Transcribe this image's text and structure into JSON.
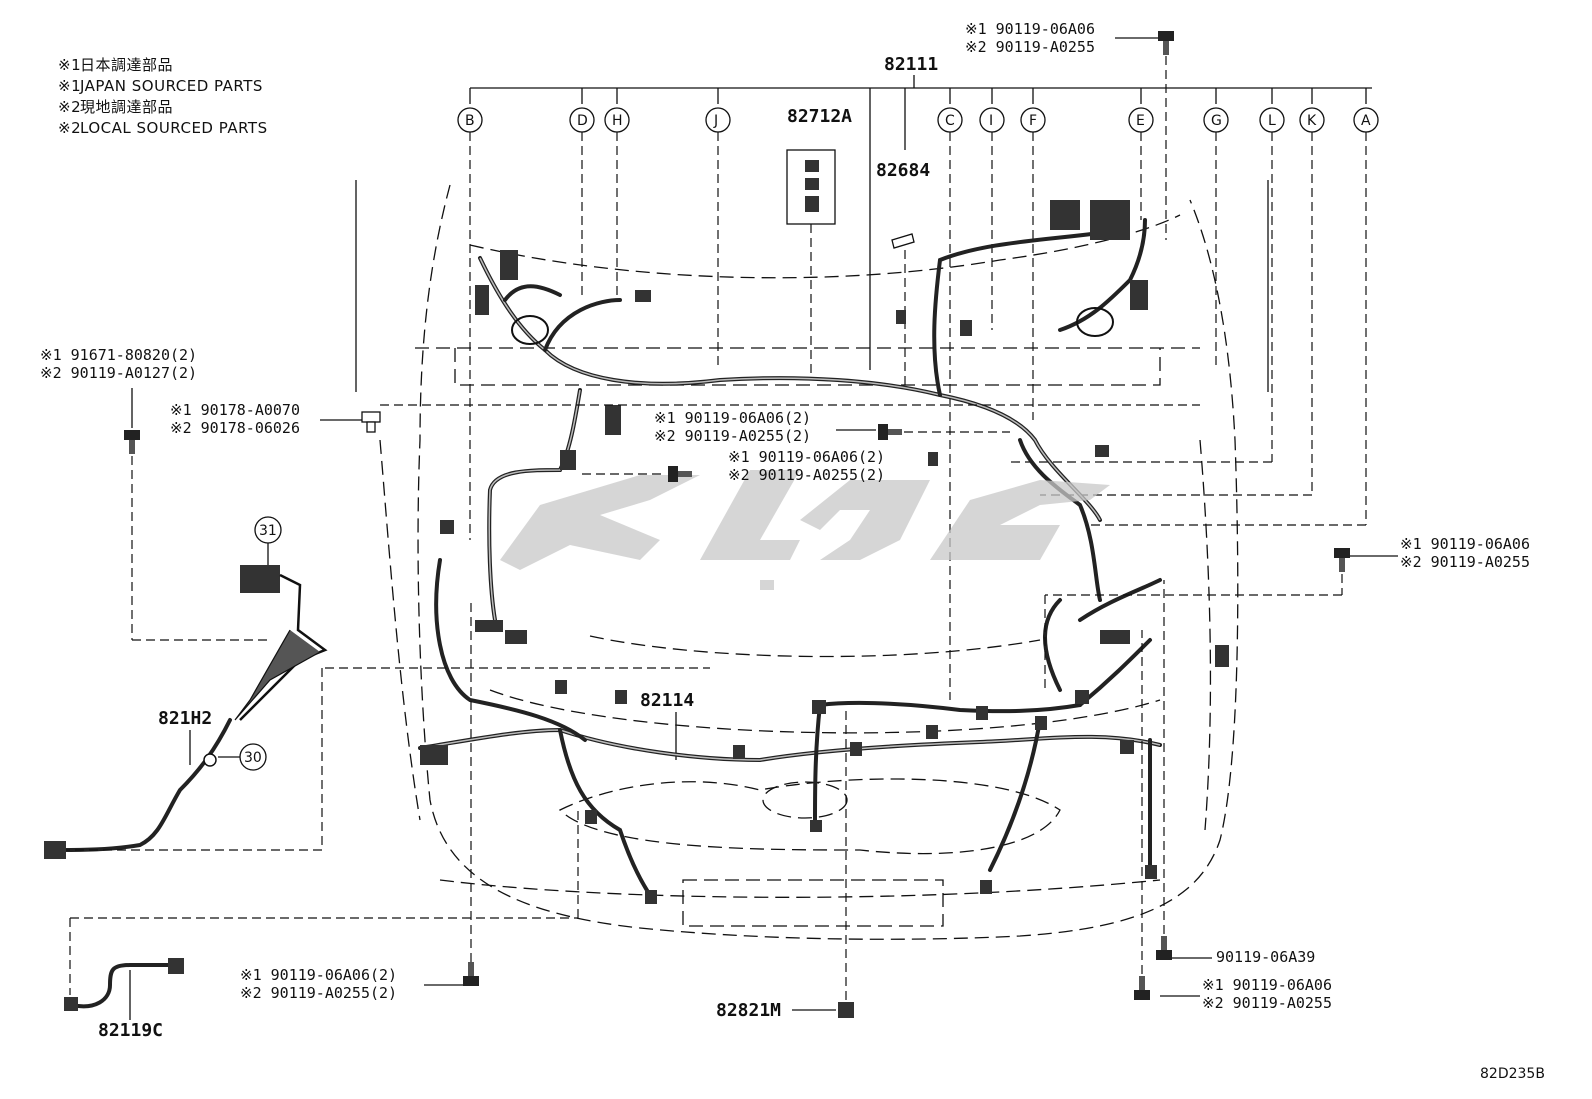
{
  "notes": [
    {
      "mark": "※1",
      "text": "日本調達部品"
    },
    {
      "mark": "※1",
      "text": "JAPAN SOURCED PARTS"
    },
    {
      "mark": "※2",
      "text": "現地調達部品"
    },
    {
      "mark": "※2",
      "text": "LOCAL SOURCED PARTS"
    }
  ],
  "main_part": "82111",
  "letters": [
    "B",
    "D",
    "H",
    "J",
    "C",
    "I",
    "F",
    "E",
    "G",
    "L",
    "K",
    "A"
  ],
  "parts": {
    "p82712A": "82712A",
    "p82684": "82684",
    "p82114": "82114",
    "p821H2": "821H2",
    "p82119C": "82119C",
    "p82821M": "82821M",
    "diagram_id": "82D235B"
  },
  "refs": {
    "r31": "31",
    "r30": "30"
  },
  "fasteners": {
    "top_right": {
      "l1": "※1 90119-06A06",
      "l2": "※2 90119-A0255"
    },
    "left_91671": {
      "l1": "※1 91671-80820(2)",
      "l2": "※2 90119-A0127(2)"
    },
    "left_90178": {
      "l1": "※1 90178-A0070",
      "l2": "※2 90178-06026"
    },
    "center_1": {
      "l1": "※1 90119-06A06(2)",
      "l2": "※2 90119-A0255(2)"
    },
    "center_2": {
      "l1": "※1 90119-06A06(2)",
      "l2": "※2 90119-A0255(2)"
    },
    "right_mid": {
      "l1": "※1 90119-06A06",
      "l2": "※2 90119-A0255"
    },
    "bottom_left": {
      "l1": "※1 90119-06A06(2)",
      "l2": "※2 90119-A0255(2)"
    },
    "bottom_right_single": "90119-06A39",
    "bottom_right": {
      "l1": "※1 90119-06A06",
      "l2": "※2 90119-A0255"
    }
  },
  "colors": {
    "line": "#111111",
    "watermark": "#c8c8c8"
  }
}
